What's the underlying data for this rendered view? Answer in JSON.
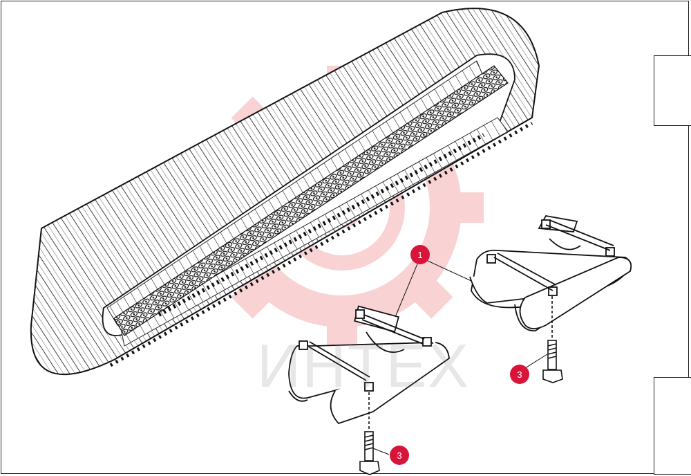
{
  "diagram": {
    "watermark": {
      "text": "ИНТЕХ",
      "color": "#e8393f"
    },
    "accent_color": "#d8143a",
    "callouts": [
      {
        "id": "1",
        "label": "1"
      },
      {
        "id": "3a",
        "label": "3"
      },
      {
        "id": "3b",
        "label": "3"
      }
    ]
  }
}
